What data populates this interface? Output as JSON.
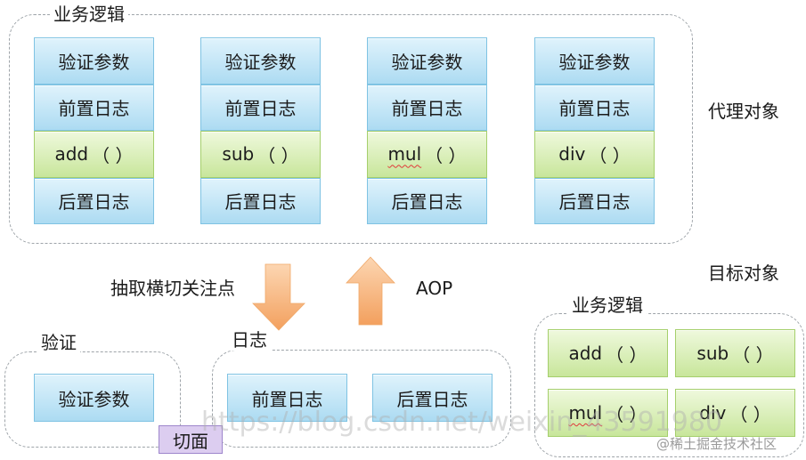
{
  "proxy": {
    "title": "业务逻辑",
    "side_label": "代理对象",
    "columns": [
      {
        "pre_check": "验证参数",
        "pre_log": "前置日志",
        "fn": "add",
        "args": "（ ）",
        "post_log": "后置日志"
      },
      {
        "pre_check": "验证参数",
        "pre_log": "前置日志",
        "fn": "sub",
        "args": "（ ）",
        "post_log": "后置日志"
      },
      {
        "pre_check": "验证参数",
        "pre_log": "前置日志",
        "fn": "mul",
        "args": "（ ）",
        "post_log": "后置日志"
      },
      {
        "pre_check": "验证参数",
        "pre_log": "前置日志",
        "fn": "div",
        "args": "（ ）",
        "post_log": "后置日志"
      }
    ]
  },
  "flow": {
    "extract_label": "抽取横切关注点",
    "aop_label": "AOP",
    "extract_arrow_icon": "down-arrow-icon",
    "aop_arrow_icon": "up-arrow-icon"
  },
  "target": {
    "side_label": "目标对象",
    "title": "业务逻辑",
    "methods": [
      {
        "fn": "add",
        "args": "（ ）"
      },
      {
        "fn": "sub",
        "args": "（ ）"
      },
      {
        "fn": "mul",
        "args": "（ ）"
      },
      {
        "fn": "div",
        "args": "（ ）"
      }
    ]
  },
  "aspect": {
    "label": "切面",
    "validation": {
      "title": "验证",
      "items": [
        "验证参数"
      ]
    },
    "logging": {
      "title": "日志",
      "items": [
        "前置日志",
        "后置日志"
      ]
    }
  },
  "colors": {
    "blue_top": "#e0f3fc",
    "blue_bottom": "#acdbf2",
    "blue_border": "#7fc3e3",
    "green_top": "#eff9dd",
    "green_bottom": "#c8e69b",
    "green_border": "#a5cf6c",
    "group_border": "#9ea4a9",
    "arrow_top": "#fcd6b2",
    "arrow_bottom": "#f3a05e",
    "tag_bg": "#dccdf0",
    "tag_border": "#9e86cc",
    "spell": "#e03a3a"
  },
  "watermark": {
    "url": "https://blog.csdn.net/weixin_43591980",
    "source": "@稀土掘金技术社区"
  }
}
